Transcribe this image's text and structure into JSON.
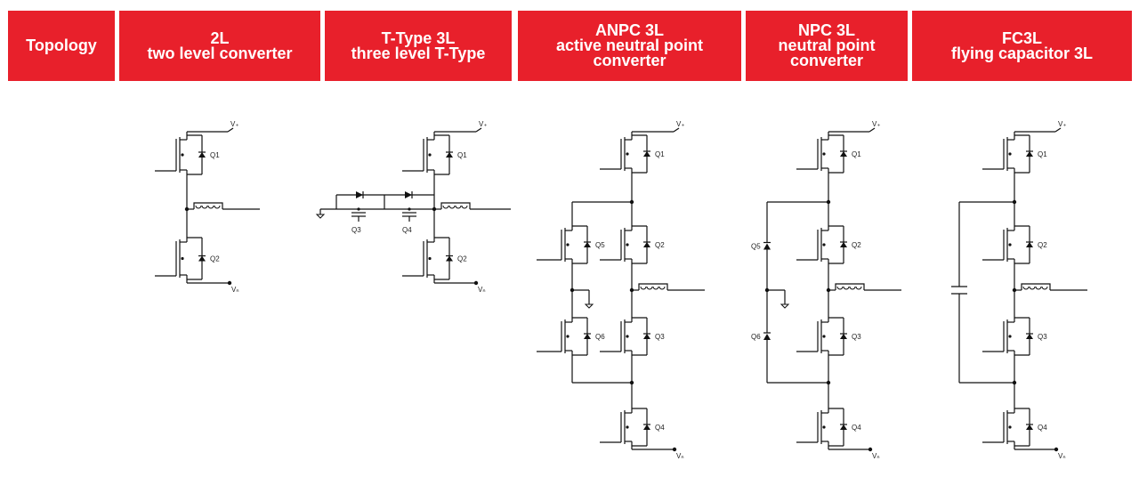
{
  "colors": {
    "header_bg": "#e8202b",
    "header_text": "#ffffff",
    "wire": "#111111",
    "background": "#ffffff"
  },
  "header": {
    "topology_label": "Topology",
    "columns": [
      {
        "id": "2l",
        "line1": "2L",
        "line2": "two level converter"
      },
      {
        "id": "ttype",
        "line1": "T-Type 3L",
        "line2": "three level T-Type"
      },
      {
        "id": "anpc",
        "line1": "ANPC 3L",
        "line2": "active neutral point",
        "line3": "converter"
      },
      {
        "id": "npc",
        "line1": "NPC 3L",
        "line2": "neutral point",
        "line3": "converter"
      },
      {
        "id": "fc3l",
        "line1": "FC3L",
        "line2": "flying capacitor 3L"
      }
    ]
  },
  "diagram_labels": {
    "v_plus": "V₊",
    "v_minus": "Vₙ",
    "q1": "Q1",
    "q2": "Q2",
    "q3": "Q3",
    "q4": "Q4",
    "q5": "Q5",
    "q6": "Q6"
  }
}
